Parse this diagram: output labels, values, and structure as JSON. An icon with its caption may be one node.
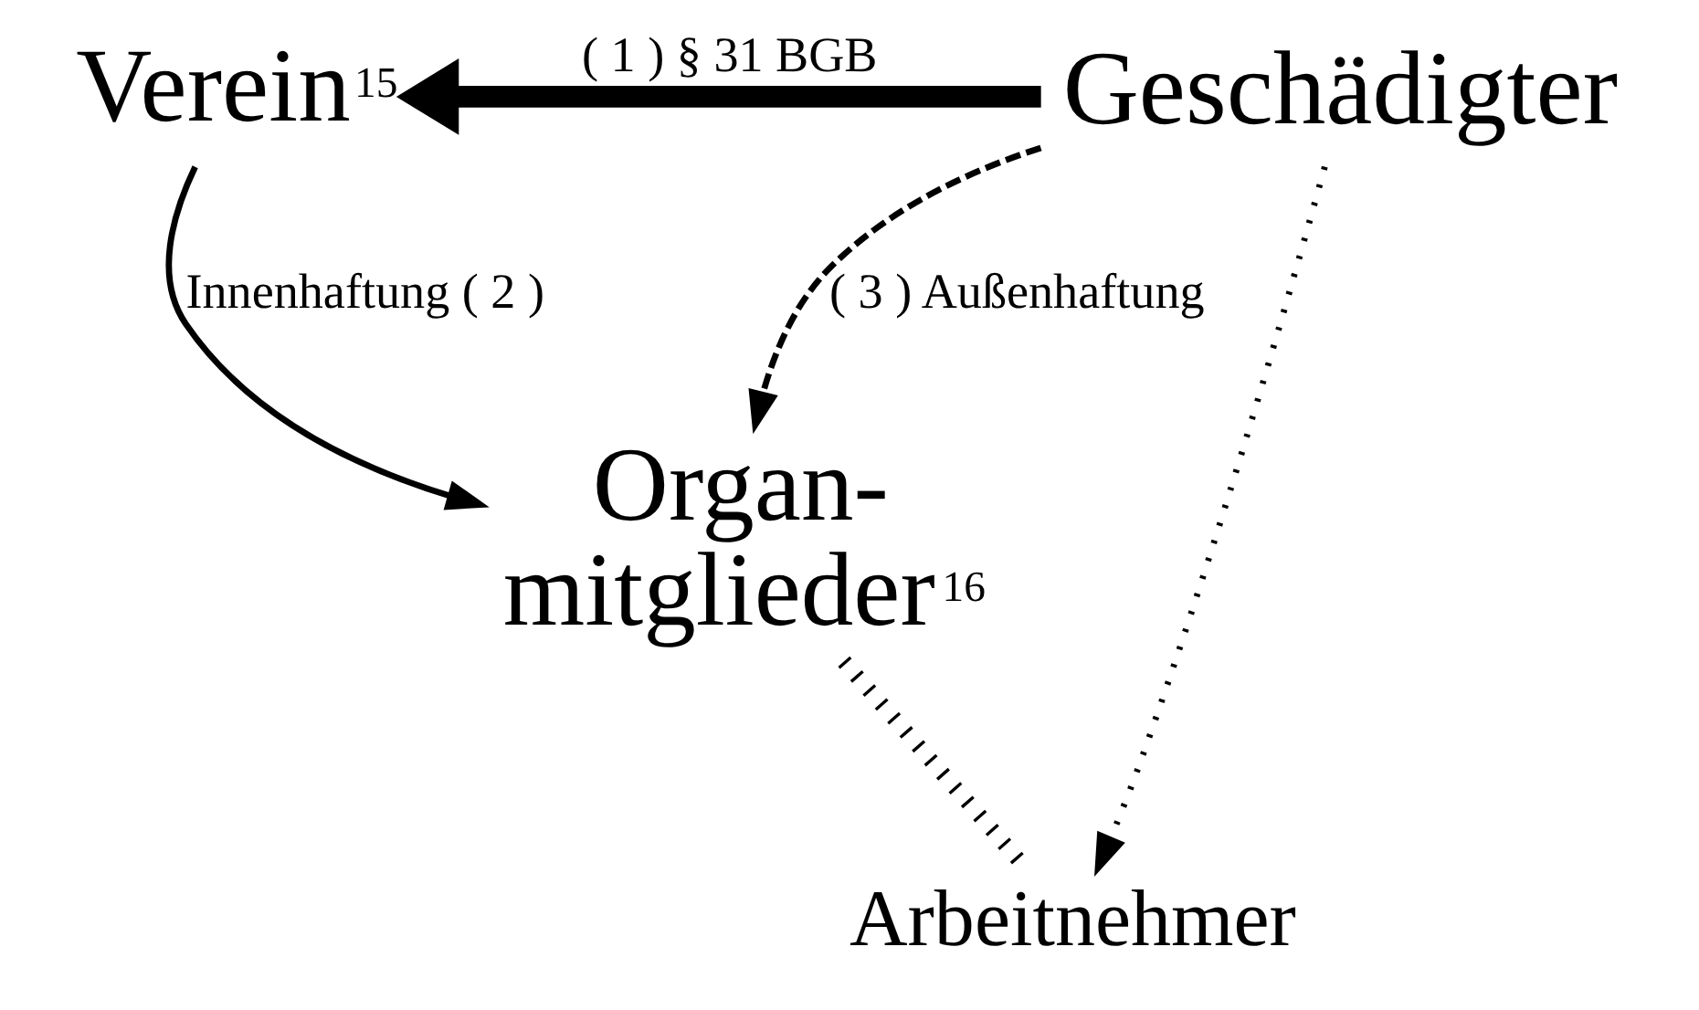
{
  "diagram": {
    "nodes": [
      {
        "text": [
          "Verein$^{15}$"
        ]
      },
      {
        "text": [
          "Geschädigter"
        ]
      },
      {
        "text": [
          "Organ- mitglieder$^{16}$"
        ]
      },
      {
        "text": [
          "Arbeitnehmer"
        ]
      }
    ],
    "edges": [
      {
        "from": 1,
        "to": 0,
        "arrow": "to",
        "style": "thick",
        "label": "( 1 ) § 31 BGB"
      },
      {
        "from": 0,
        "to": 2,
        "arrow": "to",
        "label": "Innenhaftung ( 2 )"
      },
      {
        "from": 1,
        "to": 2,
        "arrow": "to",
        "style": "dashed",
        "label": "( 3 ) Außenhaftung"
      },
      {
        "from": 1,
        "to": 3,
        "arrow": "to",
        "style": "dashed"
      },
      {
        "from": 2,
        "to": 3,
        "arrow": "none",
        "style": "dashed"
      }
    ]
  }
}
